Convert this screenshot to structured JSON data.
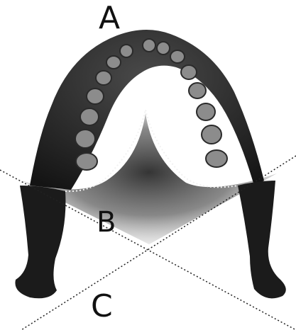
{
  "figure": {
    "labels": {
      "a": "A",
      "b": "B",
      "c": "C"
    },
    "colors": {
      "bone": "#1e1e1e",
      "tooth": "#8a8a8a",
      "shading": "#3a3a3a",
      "guide_line": "#222222",
      "background": "#ffffff"
    }
  }
}
